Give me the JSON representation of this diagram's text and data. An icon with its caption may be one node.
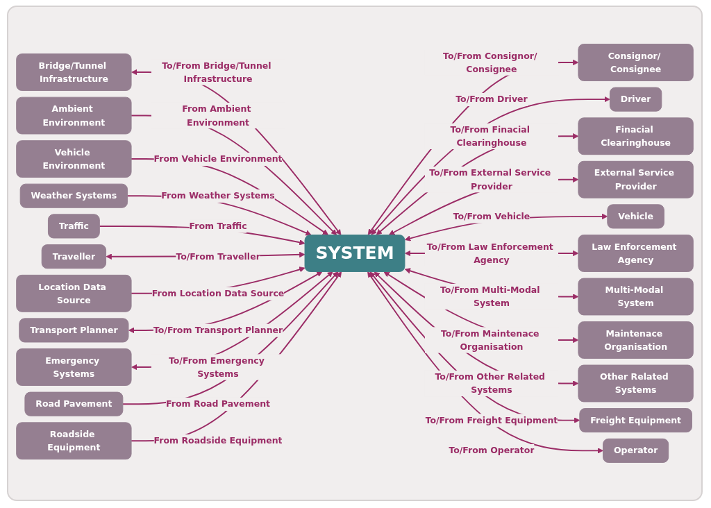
{
  "diagram": {
    "nodes": [
      {
        "text": [
          "Bridge/Tunnel Infrastructure"
        ]
      },
      {
        "text": [
          "Ambient Environment"
        ]
      },
      {
        "text": [
          "Vehicle Environment"
        ]
      },
      {
        "text": [
          "Consignor/ Consignee"
        ]
      },
      {
        "text": [
          "Driver"
        ]
      },
      {
        "text": [
          "Finacial Clearinghouse"
        ]
      },
      {
        "text": [
          "Weather Systems"
        ]
      },
      {
        "text": [
          "External Service Provider"
        ]
      },
      {
        "text": [
          "Traffic"
        ]
      },
      {
        "text": [
          "Vehicle"
        ]
      },
      {
        "text": [
          "Traveller"
        ]
      },
      {
        "text": [
          "SYSTEM"
        ]
      },
      {
        "text": [
          "Location Data Source"
        ]
      },
      {
        "text": [
          "Transport Planner"
        ]
      },
      {
        "text": [
          "Law Enforcement Agency"
        ]
      },
      {
        "text": [
          "Emergency Systems"
        ]
      },
      {
        "text": [
          "Multi-Modal System"
        ]
      },
      {
        "text": [
          "Road Pavement"
        ]
      },
      {
        "text": [
          "Maintenace Organisation"
        ]
      },
      {
        "text": [
          "Roadside Equipment"
        ]
      },
      {
        "text": [
          "Other Related Systems"
        ]
      },
      {
        "text": [
          "Freight Equipment"
        ]
      },
      {
        "text": [
          "Operator"
        ]
      }
    ],
    "edges": [
      {
        "from": 0,
        "to": 11,
        "arrow": "both",
        "label": "To/From Bridge/Tunnel Infrastructure"
      },
      {
        "from": 1,
        "to": 11,
        "arrow": "to",
        "label": "From Ambient Environment"
      },
      {
        "from": 2,
        "to": 11,
        "arrow": "to",
        "label": "From Vehicle Environment"
      },
      {
        "from": 11,
        "to": 3,
        "arrow": "both",
        "label": "To/From Consignor/ Consignee"
      },
      {
        "from": 11,
        "to": 4,
        "arrow": "both",
        "label": "To/From Driver"
      },
      {
        "from": 11,
        "to": 5,
        "arrow": "both",
        "label": "To/From Finacial Clearinghouse"
      },
      {
        "from": 6,
        "to": 11,
        "arrow": "to",
        "label": "From Weather Systems"
      },
      {
        "from": 11,
        "to": 7,
        "arrow": "both",
        "label": "To/From External Service Provider"
      },
      {
        "from": 8,
        "to": 11,
        "arrow": "to",
        "label": "From Traffic"
      },
      {
        "from": 11,
        "to": 9,
        "arrow": "both",
        "label": "To/From Vehicle"
      },
      {
        "from": 10,
        "to": 11,
        "arrow": "both",
        "label": "To/From Traveller"
      },
      {
        "from": 12,
        "to": 11,
        "arrow": "to",
        "label": "From Location Data Source"
      },
      {
        "from": 13,
        "to": 11,
        "arrow": "both",
        "label": "To/From Transport Planner"
      },
      {
        "from": 11,
        "to": 14,
        "arrow": "both",
        "label": "To/From Law Enforcement Agency"
      },
      {
        "from": 15,
        "to": 11,
        "arrow": "both",
        "label": "To/From Emergency Systems"
      },
      {
        "from": 11,
        "to": 16,
        "arrow": "both",
        "label": "To/From Multi-Modal System"
      },
      {
        "from": 17,
        "to": 11,
        "arrow": "to",
        "label": "From Road Pavement"
      },
      {
        "from": 11,
        "to": 18,
        "arrow": "both",
        "label": "To/From Maintenace Organisation"
      },
      {
        "from": 19,
        "to": 11,
        "arrow": "to",
        "label": "From Roadside Equipment"
      },
      {
        "from": 11,
        "to": 20,
        "arrow": "both",
        "label": "To/From Other Related Systems"
      },
      {
        "from": 11,
        "to": 21,
        "arrow": "both",
        "label": "To/From Freight Equipment"
      },
      {
        "from": 11,
        "to": 22,
        "arrow": "both",
        "label": "To/From Operator"
      }
    ]
  }
}
